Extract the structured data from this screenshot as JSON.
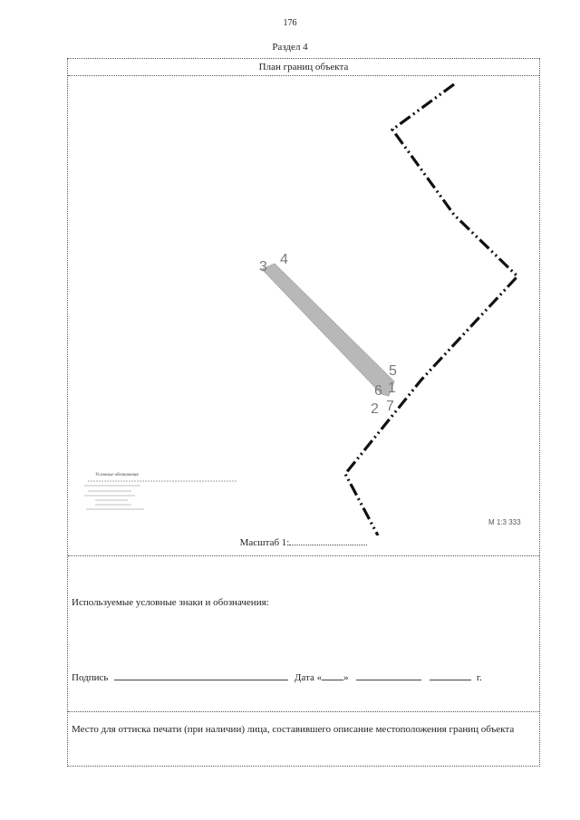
{
  "page": {
    "number": "176",
    "section": "Раздел 4"
  },
  "plan": {
    "header": "План границ объекта",
    "point_labels": [
      "1",
      "2",
      "3",
      "4",
      "5",
      "6",
      "7"
    ],
    "map_scale_label": "М 1:3 333",
    "mini_legend_title": "Условные обозначения"
  },
  "scale": {
    "label": "Масштаб 1:"
  },
  "legend": {
    "title": "Используемые условные знаки и обозначения:"
  },
  "signature": {
    "signature_label": "Подпись",
    "date_label": "Дата «",
    "date_close": "»",
    "year_suffix": "г."
  },
  "stamp": {
    "text": "Место для оттиска печати (при наличии) лица, составившего описание местоположения границ объекта"
  },
  "colors": {
    "boundary": "#111111",
    "object_fill": "#b8b8b8",
    "label": "#7a7a7a"
  }
}
